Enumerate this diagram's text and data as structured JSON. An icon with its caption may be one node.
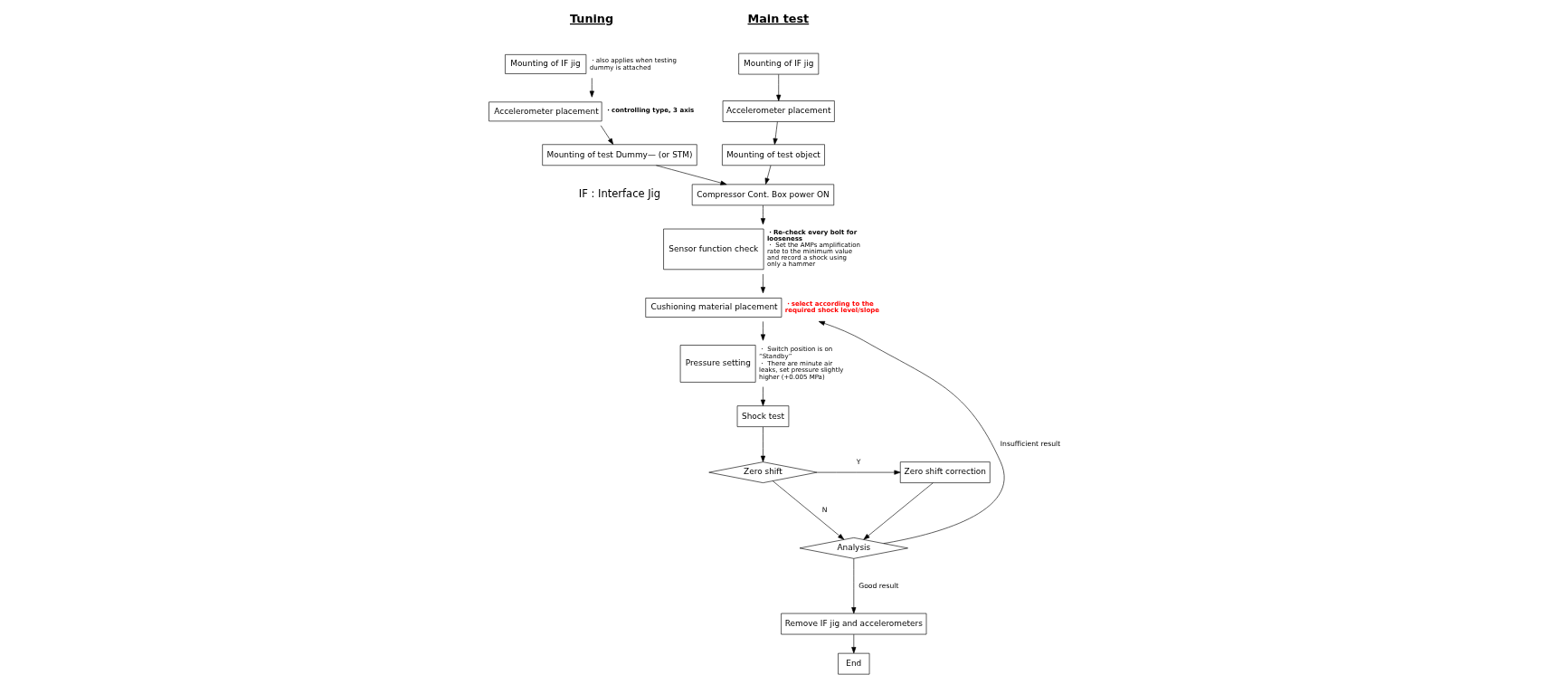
{
  "diagram": {
    "nodes": [
      {
        "text": [
          "Mounting of IF jig"
        ]
      },
      {
        "text": [
          "Accelerometer placement"
        ]
      },
      {
        "text": [
          "Mounting of test object"
        ]
      },
      {
        "text": [
          "Mounting of IF jig"
        ],
        "beside": [
          "・also applies when testing dummy is attached"
        ]
      },
      {
        "text": [
          "Accelerometer placement"
        ],
        "beside": [
          "・controlling type, 3 axis"
        ]
      },
      {
        "text": [
          "Mounting of test Dummy— (or STM)"
        ]
      },
      {
        "text": [
          "Compressor Cont. Box power ON"
        ]
      },
      {
        "text": [
          "Sensor function check"
        ],
        "beside": [
          "・Re-check every bolt for looseness",
          "・ Set the AMPs amplification rate to the minimum value and record a shock using only a hammer"
        ]
      },
      {
        "text": [
          "Cushioning material placement"
        ],
        "beside": [
          "・select according to the required shock level/slope"
        ]
      },
      {
        "text": [
          "Pressure setting"
        ],
        "beside": [
          "・ Switch position is on “Standby”",
          "・ There are minute air leaks, set pressure slightly higher (+0.005 MPa)"
        ]
      },
      {
        "text": [
          "Shock test"
        ]
      },
      {
        "text": [
          "Zero shift"
        ]
      },
      {
        "text": [
          "Zero shift correction"
        ]
      },
      {
        "text": [
          "Analysis"
        ]
      },
      {
        "text": [
          "Remove IF jig and accelerometers"
        ]
      },
      {
        "text": [
          "End"
        ]
      }
    ],
    "edges": [
      {
        "from": 0,
        "to": 1,
        "arrow": "to"
      },
      {
        "from": 1,
        "to": 2,
        "arrow": "to"
      },
      {
        "from": 3,
        "to": 4,
        "arrow": "to"
      },
      {
        "from": 4,
        "to": 5,
        "arrow": "to"
      },
      {
        "from": 2,
        "to": 6,
        "arrow": "to"
      },
      {
        "from": 5,
        "to": 6,
        "arrow": "to"
      },
      {
        "from": 6,
        "to": 7,
        "arrow": "to"
      },
      {
        "from": 7,
        "to": 8,
        "arrow": "to"
      },
      {
        "from": 8,
        "to": 9,
        "arrow": "to"
      },
      {
        "from": 9,
        "to": 10,
        "arrow": "to"
      },
      {
        "from": 10,
        "to": 11,
        "arrow": "to"
      },
      {
        "from": 11,
        "to": 12,
        "arrow": "to",
        "label": "Y"
      },
      {
        "from": 11,
        "to": 13,
        "arrow": "to",
        "label": "N"
      },
      {
        "from": 12,
        "to": 13,
        "arrow": "to"
      },
      {
        "from": 13,
        "to": 8,
        "arrow": "to",
        "label": "Insufficient result"
      },
      {
        "from": 13,
        "to": 14,
        "arrow": "to",
        "label": "Good result"
      },
      {
        "from": 14,
        "to": 15,
        "arrow": "to"
      }
    ],
    "labels": [
      "Main test",
      "Tuning",
      "IF : Interface Jig"
    ]
  }
}
